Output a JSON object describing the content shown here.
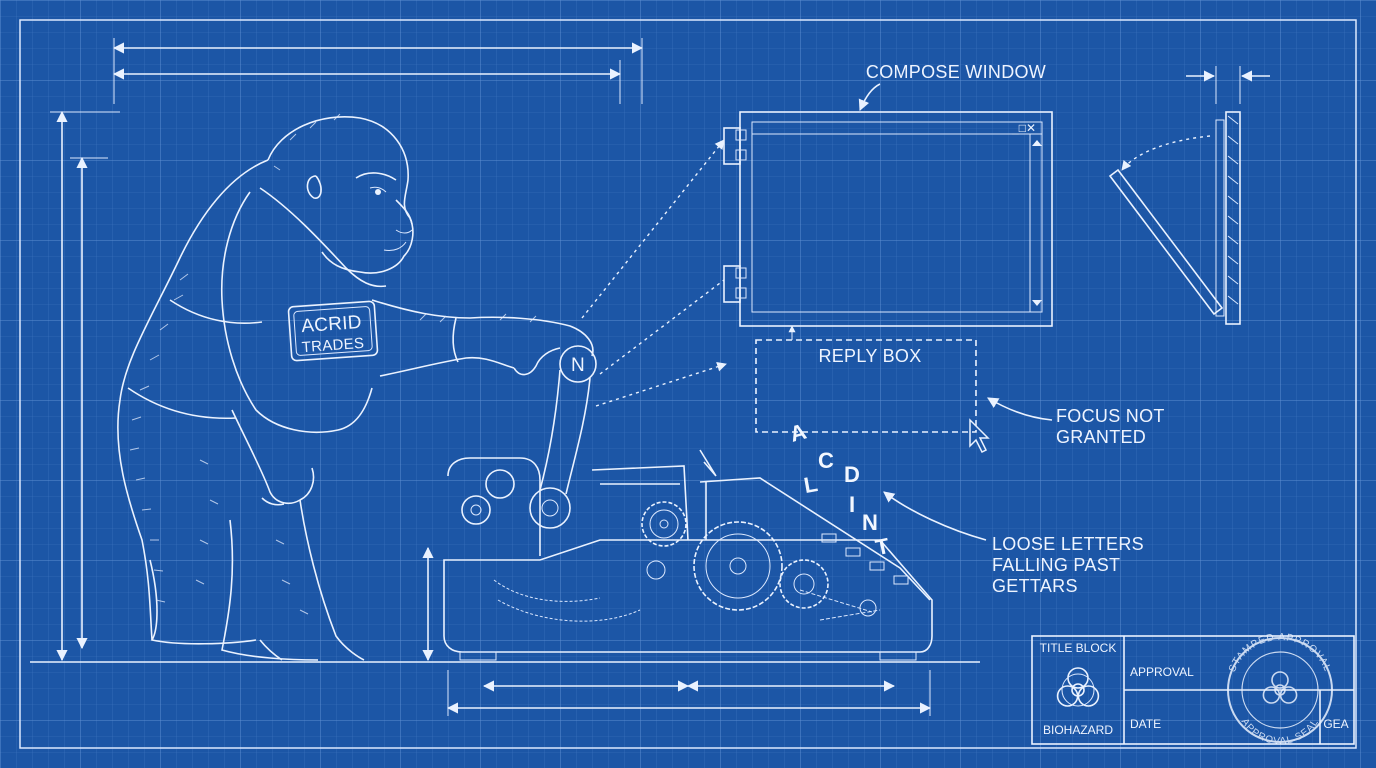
{
  "badge": {
    "line1": "ACRID",
    "line2": "TRADES"
  },
  "key_letter": "N",
  "callouts": {
    "compose_window": "COMPOSE WINDOW",
    "reply_box": "REPLY BOX",
    "focus_line1": "FOCUS NOT",
    "focus_line2": "GRANTED",
    "loose_line1": "LOOSE LETTERS",
    "loose_line2": "FALLING PAST",
    "loose_line3": "GETTARS"
  },
  "falling_letters": [
    {
      "char": "A",
      "rot": -15
    },
    {
      "char": "C",
      "rot": 0
    },
    {
      "char": "L",
      "rot": -10
    },
    {
      "char": "D",
      "rot": 0
    },
    {
      "char": "I",
      "rot": 0
    },
    {
      "char": "N",
      "rot": 0
    },
    {
      "char": "T",
      "rot": -12
    }
  ],
  "window_controls": "_□✕",
  "title_block": {
    "title": "TITLE BLOCK",
    "approval": "APPROVAL",
    "date": "DATE",
    "biohazard": "BIOHAZARD",
    "corner": "GEA",
    "stamp_top": "STAMPED APPROVAL",
    "stamp_bottom": "APPROVAL SEAL"
  },
  "colors": {
    "background": "#1c56a6",
    "line": "#eaf2ff"
  }
}
